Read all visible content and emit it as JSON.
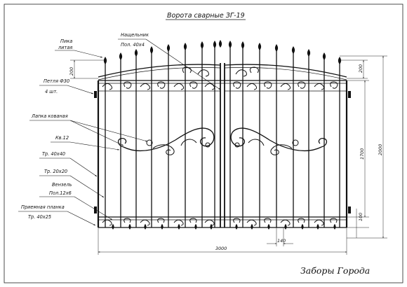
{
  "drawing": {
    "title": "Ворота сварные ЗГ-19",
    "brand": "Заборы Города"
  },
  "callouts": {
    "piki_1": "Пика",
    "piki_2": "литая",
    "nashelnik_1": "Нащельник",
    "nashelnik_2": "Пол. 40х4",
    "petlya_1": "Петля Ф30",
    "petlya_2": "4 шт.",
    "lapka": "Лапка кованая",
    "kv": "Кв.12",
    "tr4040": "Тр. 40х40",
    "tr2020": "Тр. 20х20",
    "venzel_1": "Вензель",
    "venzel_2": "Пол.12х6",
    "planka_1": "Приемная планка",
    "planka_2": "Тр. 40х25"
  },
  "dimensions": {
    "left_top": "200",
    "right_top": "200",
    "height_inner": "1700",
    "height_total": "2000",
    "bottom_gap": "100",
    "width": "3000",
    "spacing": "140"
  }
}
